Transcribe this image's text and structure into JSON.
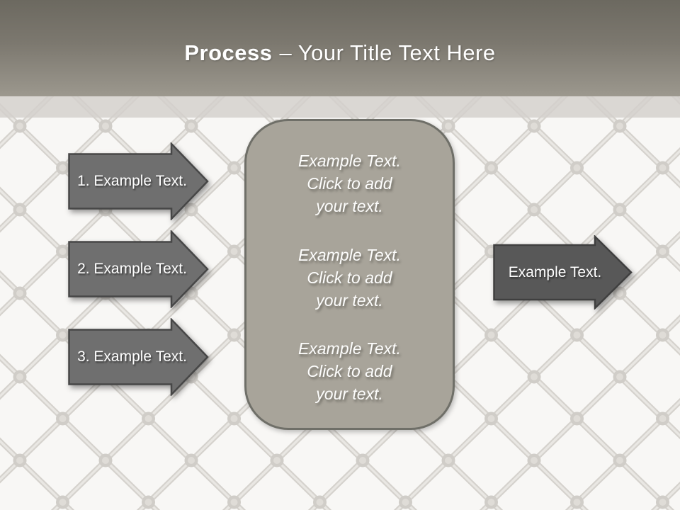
{
  "slide": {
    "title": {
      "emphasis": "Process",
      "rest": "– Your Title Text Here"
    },
    "left_arrows": [
      {
        "label": "1. Example Text."
      },
      {
        "label": "2. Example Text."
      },
      {
        "label": "3. Example Text."
      }
    ],
    "center_panel": {
      "blocks": [
        "Example Text.\nClick  to add\nyour text.",
        "Example Text.\nClick  to add\nyour text.",
        "Example Text.\nClick  to add\nyour text."
      ]
    },
    "right_arrow": {
      "label": "Example Text."
    },
    "colors": {
      "header_gradient_top": "#6c6960",
      "header_gradient_bottom": "#9c988e",
      "band": "#d8d5d1",
      "left_arrow_fill": "#6f6f6f",
      "left_arrow_border": "#474747",
      "right_arrow_fill": "#585858",
      "right_arrow_border": "#3f3f3f",
      "panel_fill": "#a8a49a",
      "panel_border": "#6f6f68",
      "fence_wire": "#d5d2cd",
      "fence_background": "#f8f7f5",
      "text": "#ffffff"
    }
  }
}
